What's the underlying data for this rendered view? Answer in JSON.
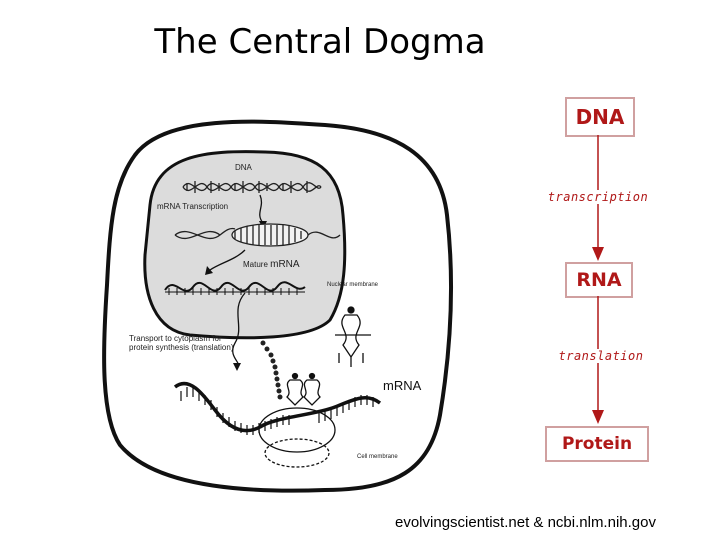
{
  "title": "The Central Dogma",
  "figure": {
    "dna_label": "DNA",
    "transcription_label": "mRNA Transcription",
    "mature_mrna_label_prefix": "Mature ",
    "mature_mrna_label_suffix": "mRNA",
    "nuclear_membrane_label": "Nuclear membrane",
    "transport_label_line1": "Transport to cytoplasm for",
    "transport_label_line2": "protein synthesis (translation)",
    "mrna_label": "mRNA",
    "cell_membrane_label": "Cell membrane"
  },
  "flow": {
    "dna": "DNA",
    "transcription": "transcription",
    "rna": "RNA",
    "translation": "translation",
    "protein": "Protein"
  },
  "colors": {
    "accent": "#b01818",
    "box_border": "#d0a0a0",
    "nucleus_fill": "#dcdcdc"
  },
  "credit": "evolvingscientist.net & ncbi.nlm.nih.gov"
}
